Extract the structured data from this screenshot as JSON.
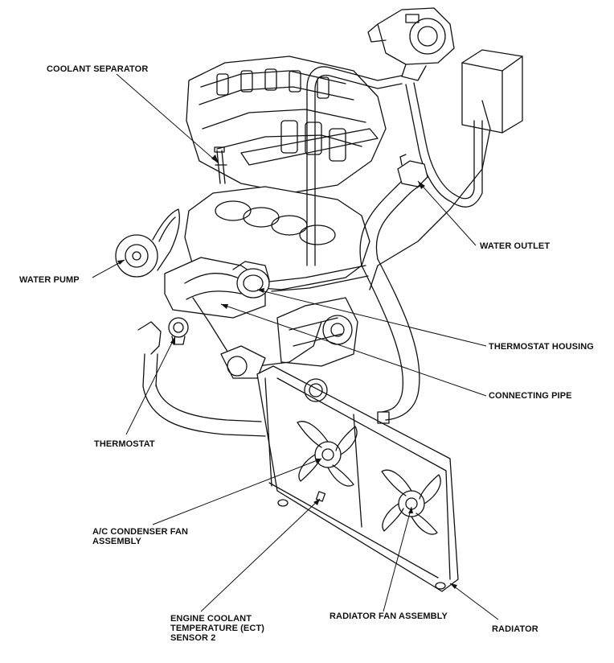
{
  "diagram": {
    "labels": {
      "coolant_separator": "COOLANT SEPARATOR",
      "water_pump": "WATER PUMP",
      "water_outlet": "WATER OUTLET",
      "thermostat_housing": "THERMOSTAT HOUSING",
      "connecting_pipe": "CONNECTING PIPE",
      "thermostat": "THERMOSTAT",
      "ac_condenser_fan_line1": "A/C CONDENSER FAN",
      "ac_condenser_fan_line2": "ASSEMBLY",
      "ect_line1": "ENGINE COOLANT",
      "ect_line2": "TEMPERATURE (ECT)",
      "ect_line3": "SENSOR 2",
      "radiator_fan_assembly": "RADIATOR FAN ASSEMBLY",
      "radiator": "RADIATOR"
    },
    "colors": {
      "ink": "#111111",
      "paper": "#ffffff"
    }
  }
}
